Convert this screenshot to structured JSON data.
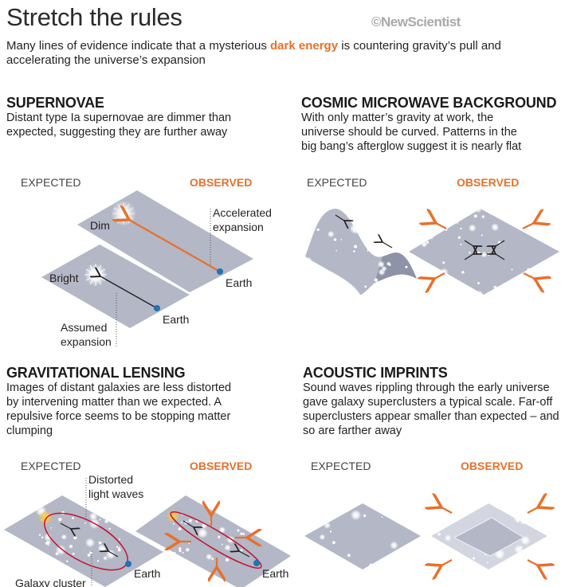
{
  "header": {
    "title": "Stretch the rules",
    "logo": "©NewScientist",
    "intro_before": "Many lines of evidence indicate that a mysterious ",
    "intro_highlight": "dark energy",
    "intro_after": " is countering gravity’s pull and accelerating the universe’s expansion"
  },
  "colors": {
    "accent": "#e8702a",
    "plane": "#b3b7c6",
    "earth": "#1f73b7",
    "lens": "#c8102e"
  },
  "panels": {
    "supernovae": {
      "heading": "SUPERNOVAE",
      "description": "Distant type Ia supernovae are dimmer than expected, suggesting they are further away",
      "expected": "EXPECTED",
      "observed": "OBSERVED",
      "labels": {
        "dim": "Dim",
        "accelerated_1": "Accelerated",
        "accelerated_2": "expansion",
        "earth_observed": "Earth",
        "bright": "Bright",
        "earth_expected": "Earth",
        "assumed_1": "Assumed",
        "assumed_2": "expansion"
      }
    },
    "cmb": {
      "heading": "COSMIC MICROWAVE BACKGROUND",
      "description": "With only matter’s gravity at work, the universe should be curved. Patterns in the big bang’s afterglow suggest it is nearly flat",
      "expected": "EXPECTED",
      "observed": "OBSERVED"
    },
    "lensing": {
      "heading": "GRAVITATIONAL LENSING",
      "description": "Images of distant galaxies are less distorted by intervening matter than we expected. A repulsive force seems to be stopping matter clumping",
      "expected": "EXPECTED",
      "observed": "OBSERVED",
      "labels": {
        "distorted_1": "Distorted",
        "distorted_2": "light waves",
        "earth_expected": "Earth",
        "earth_observed": "Earth",
        "cluster": "Galaxy cluster"
      }
    },
    "acoustic": {
      "heading": "ACOUSTIC IMPRINTS",
      "description": "Sound waves rippling through the early universe gave galaxy superclusters a typical scale. Far-off superclusters appear smaller than expected – and so are farther away",
      "expected": "EXPECTED",
      "observed": "OBSERVED"
    }
  }
}
